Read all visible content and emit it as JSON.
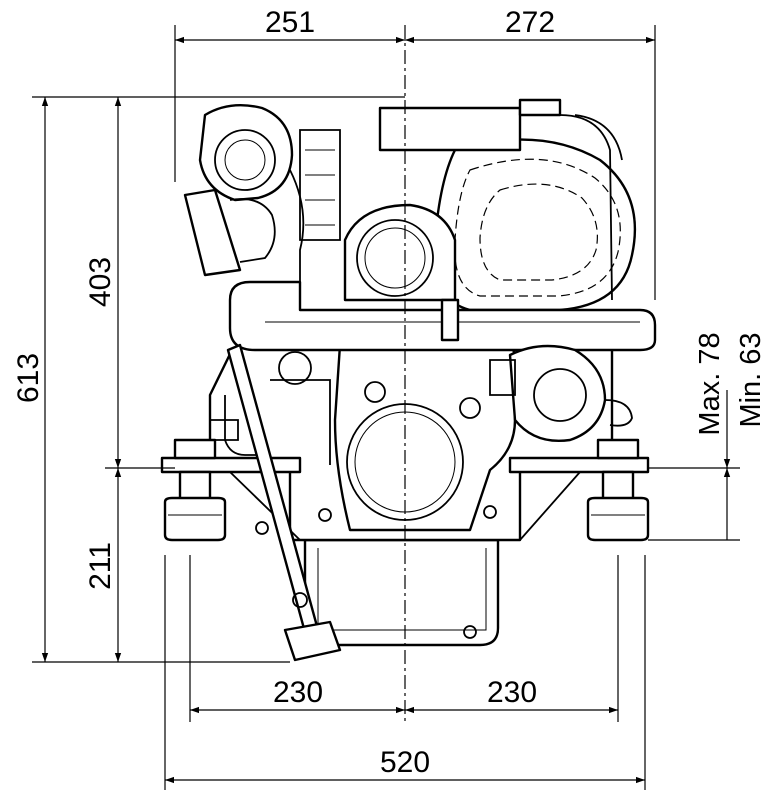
{
  "dimensions": {
    "top_left": "251",
    "top_right": "272",
    "total_height": "613",
    "upper_height": "403",
    "lower_height": "211",
    "bottom_left": "230",
    "bottom_right": "230",
    "total_width": "520",
    "max_label": "Max. 78",
    "min_label": "Min. 63"
  }
}
